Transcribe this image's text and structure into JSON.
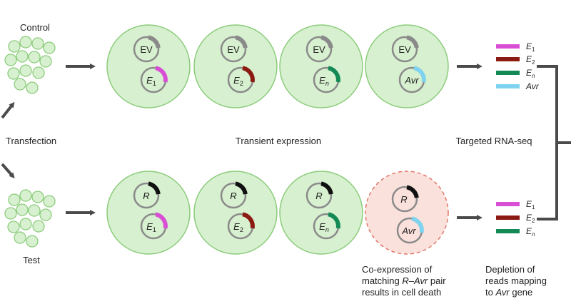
{
  "labels": {
    "control": "Control",
    "test": "Test",
    "transfection": "Transfection",
    "transient_expression": "Transient expression",
    "targeted_rnaseq": "Targeted RNA-seq",
    "coexpression_line1": "Co-expression of",
    "coexpression_line2_pre": "matching ",
    "coexpression_line2_em": "R",
    "coexpression_line2_mid": "–",
    "coexpression_line2_em2": "Avr",
    "coexpression_line2_post": " pair",
    "coexpression_line3": "results in cell death",
    "depletion_line1": "Depletion of",
    "depletion_line2": "reads mapping",
    "depletion_line3_pre": "to ",
    "depletion_line3_em": "Avr",
    "depletion_line3_post": " gene"
  },
  "plasmid_labels": {
    "ev": "EV",
    "r": "R",
    "e_base": "E",
    "sub1": "1",
    "sub2": "2",
    "subn": "n",
    "avr": "Avr"
  },
  "legend_top": [
    {
      "base": "E",
      "sub": "1",
      "color": "#d84fd6"
    },
    {
      "base": "E",
      "sub": "2",
      "color": "#8b1a12"
    },
    {
      "base": "E",
      "sub": "n",
      "color": "#138a55"
    },
    {
      "base": "Avr",
      "sub": "",
      "color": "#7fd3ef"
    }
  ],
  "legend_bottom": [
    {
      "base": "E",
      "sub": "1",
      "color": "#d84fd6"
    },
    {
      "base": "E",
      "sub": "2",
      "color": "#8b1a12"
    },
    {
      "base": "E",
      "sub": "n",
      "color": "#138a55"
    }
  ],
  "colors": {
    "cell_fill": "#d7f0cf",
    "cell_stroke": "#8ccc7c",
    "dead_fill": "#fbe1dc",
    "dead_stroke": "#e0766a",
    "plasmid": "#8a8a8a",
    "ev_insert": "#8a8a8a",
    "r_insert": "#111111",
    "e1": "#d84fd6",
    "e2": "#8b1a12",
    "en": "#138a55",
    "avr": "#7fd3ef",
    "arrow": "#4a4a4a"
  }
}
